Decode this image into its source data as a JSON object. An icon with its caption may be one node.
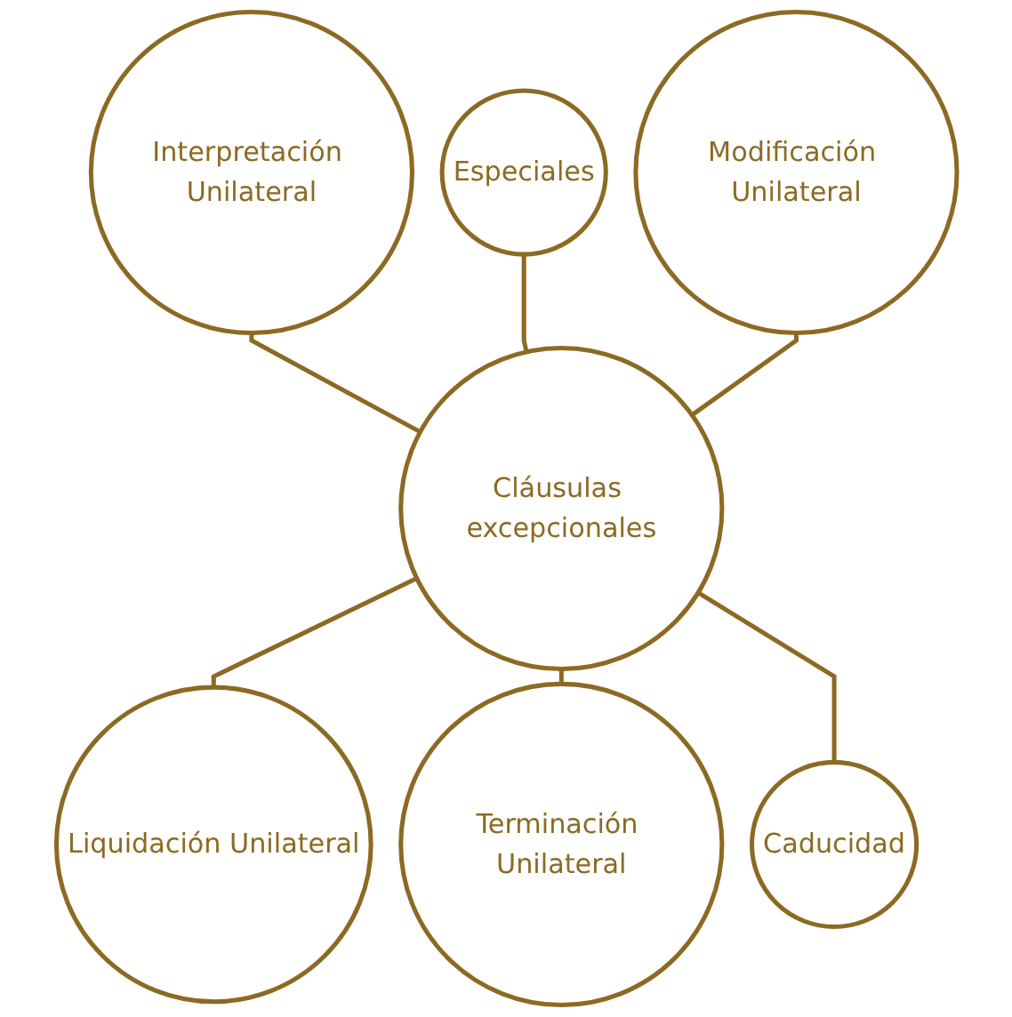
{
  "diagram": {
    "nodes": [
      {
        "text": [
          "Interpretación Unilateral"
        ]
      },
      {
        "text": [
          "Especiales"
        ]
      },
      {
        "text": [
          "Modificación Unilateral"
        ]
      },
      {
        "text": [
          "Cláusulas excepcionales"
        ]
      },
      {
        "text": [
          "Liquidación Unilateral"
        ]
      },
      {
        "text": [
          "Terminación Unilateral"
        ]
      },
      {
        "text": [
          "Caducidad"
        ]
      }
    ],
    "edges": [
      {
        "from": 0,
        "to": 3,
        "arrow": "none"
      },
      {
        "from": 1,
        "to": 3,
        "arrow": "none"
      },
      {
        "from": 2,
        "to": 3,
        "arrow": "none"
      },
      {
        "from": 3,
        "to": 4,
        "arrow": "none"
      },
      {
        "from": 3,
        "to": 5,
        "arrow": "none"
      },
      {
        "from": 3,
        "to": 6,
        "arrow": "none"
      }
    ]
  }
}
